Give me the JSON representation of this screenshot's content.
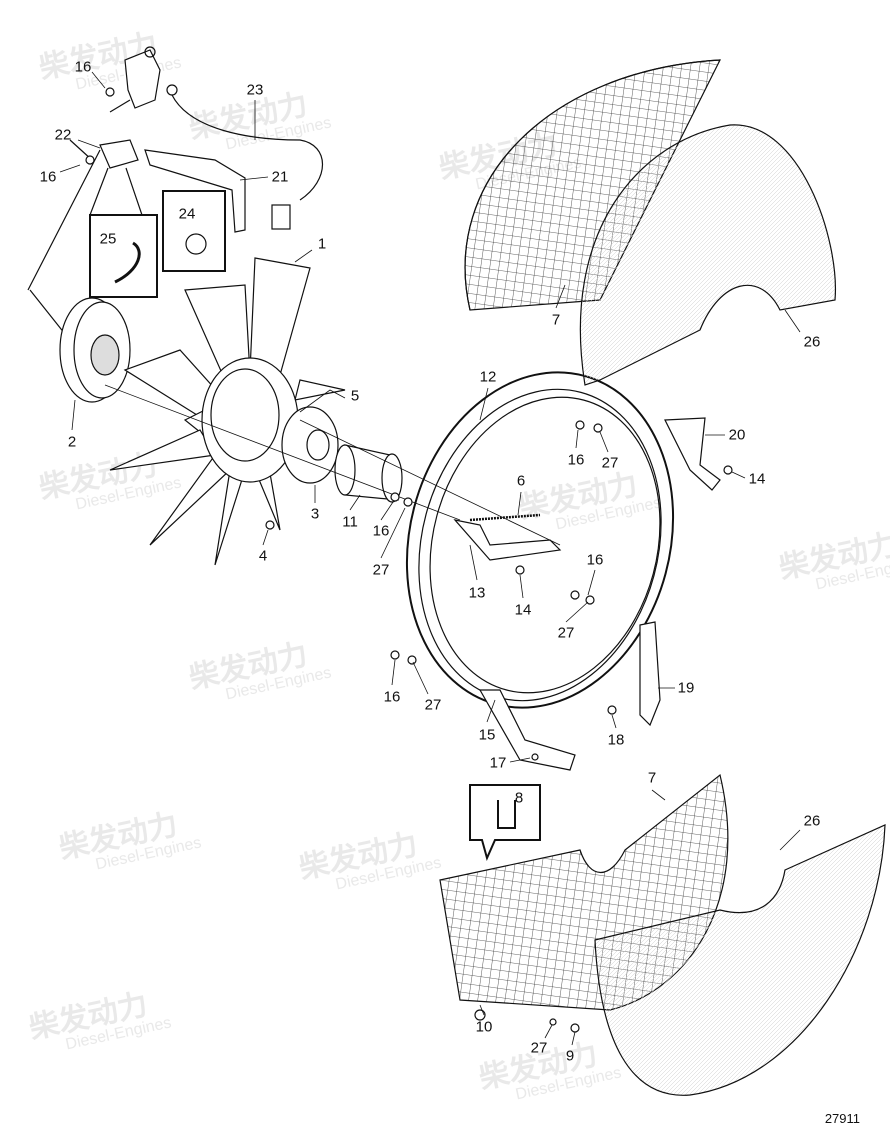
{
  "diagram": {
    "reference_number": "27911",
    "watermark": {
      "cn": "柴发动力",
      "en": "Diesel-Engines"
    },
    "callouts": [
      {
        "id": "c16a",
        "text": "16"
      },
      {
        "id": "c23",
        "text": "23"
      },
      {
        "id": "c22",
        "text": "22"
      },
      {
        "id": "c16b",
        "text": "16"
      },
      {
        "id": "c21",
        "text": "21"
      },
      {
        "id": "c24",
        "text": "24"
      },
      {
        "id": "c25",
        "text": "25"
      },
      {
        "id": "c1",
        "text": "1"
      },
      {
        "id": "c5",
        "text": "5"
      },
      {
        "id": "c2",
        "text": "2"
      },
      {
        "id": "c3",
        "text": "3"
      },
      {
        "id": "c11",
        "text": "11"
      },
      {
        "id": "c4",
        "text": "4"
      },
      {
        "id": "c12",
        "text": "12"
      },
      {
        "id": "c7a",
        "text": "7"
      },
      {
        "id": "c26a",
        "text": "26"
      },
      {
        "id": "c20",
        "text": "20"
      },
      {
        "id": "c16c",
        "text": "16"
      },
      {
        "id": "c27a",
        "text": "27"
      },
      {
        "id": "c14a",
        "text": "14"
      },
      {
        "id": "c6",
        "text": "6"
      },
      {
        "id": "c16d",
        "text": "16"
      },
      {
        "id": "c27b",
        "text": "27"
      },
      {
        "id": "c13",
        "text": "13"
      },
      {
        "id": "c14b",
        "text": "14"
      },
      {
        "id": "c16e",
        "text": "16"
      },
      {
        "id": "c27c",
        "text": "27"
      },
      {
        "id": "c19",
        "text": "19"
      },
      {
        "id": "c16f",
        "text": "16"
      },
      {
        "id": "c27d",
        "text": "27"
      },
      {
        "id": "c15",
        "text": "15"
      },
      {
        "id": "c18",
        "text": "18"
      },
      {
        "id": "c17",
        "text": "17"
      },
      {
        "id": "c7b",
        "text": "7"
      },
      {
        "id": "c8",
        "text": "8"
      },
      {
        "id": "c26b",
        "text": "26"
      },
      {
        "id": "c10",
        "text": "10"
      },
      {
        "id": "c27e",
        "text": "27"
      },
      {
        "id": "c9",
        "text": "9"
      }
    ]
  }
}
